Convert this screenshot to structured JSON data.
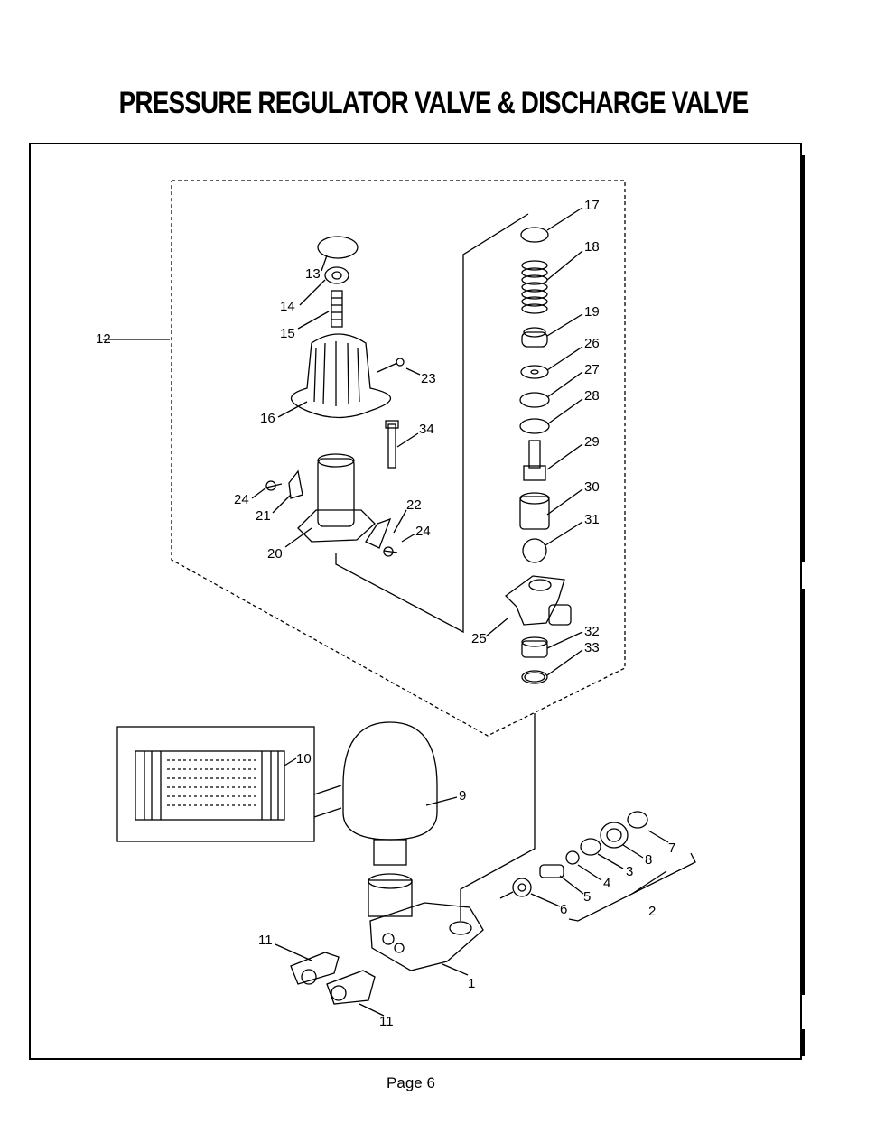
{
  "page": {
    "title": "PRESSURE REGULATOR VALVE & DISCHARGE VALVE",
    "footer": "Page 6"
  },
  "callouts": [
    "1",
    "2",
    "3",
    "4",
    "5",
    "6",
    "7",
    "8",
    "9",
    "10",
    "11",
    "11",
    "12",
    "13",
    "14",
    "15",
    "16",
    "17",
    "18",
    "19",
    "20",
    "21",
    "22",
    "23",
    "24",
    "24",
    "25",
    "26",
    "27",
    "28",
    "29",
    "30",
    "31",
    "32",
    "33",
    "34"
  ]
}
